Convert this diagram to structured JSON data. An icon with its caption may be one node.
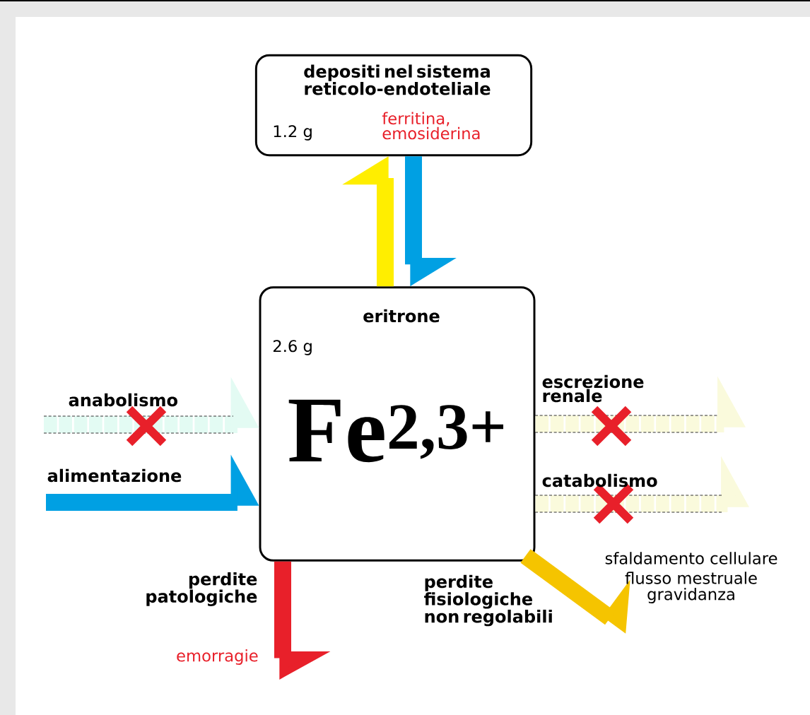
{
  "diagram": {
    "nodes": [
      {
        "text": [
          "depositi nel sistema reticolo-endoteliale",
          "1.2 g",
          "ferritina, emosiderina"
        ]
      },
      {
        "text": [
          "eritrone",
          "2.6 g",
          "Fe$^{2,3+}$"
        ]
      }
    ],
    "edges": [
      {
        "from": 1,
        "to": 0,
        "arrow": "to",
        "color": "#ffee00"
      },
      {
        "from": 0,
        "to": 1,
        "arrow": "to",
        "color": "#00a0e3"
      },
      {
        "from": null,
        "to": 1,
        "arrow": "to",
        "label": "anabolismo",
        "style": "dashed",
        "color": "#e3fbf3"
      },
      {
        "from": null,
        "to": 1,
        "arrow": "to",
        "label": "alimentazione",
        "color": "#00a0e3"
      },
      {
        "from": 1,
        "to": null,
        "arrow": "to",
        "label": "escrezione renale",
        "style": "dashed",
        "color": "#fafadc"
      },
      {
        "from": 1,
        "to": null,
        "arrow": "to",
        "label": "catabolismo",
        "style": "dashed",
        "color": "#fafadc"
      },
      {
        "from": 1,
        "to": null,
        "arrow": "to",
        "label": "perdite patologiche",
        "color": "#e8202a"
      },
      {
        "from": 1,
        "to": null,
        "arrow": "to",
        "label": "perdite fisiologiche non regolabili",
        "color": "#f5c400"
      }
    ],
    "labels": [
      "emorragie",
      "sfaldamento cellulare",
      "flusso mestruale",
      "gravidanza"
    ]
  }
}
